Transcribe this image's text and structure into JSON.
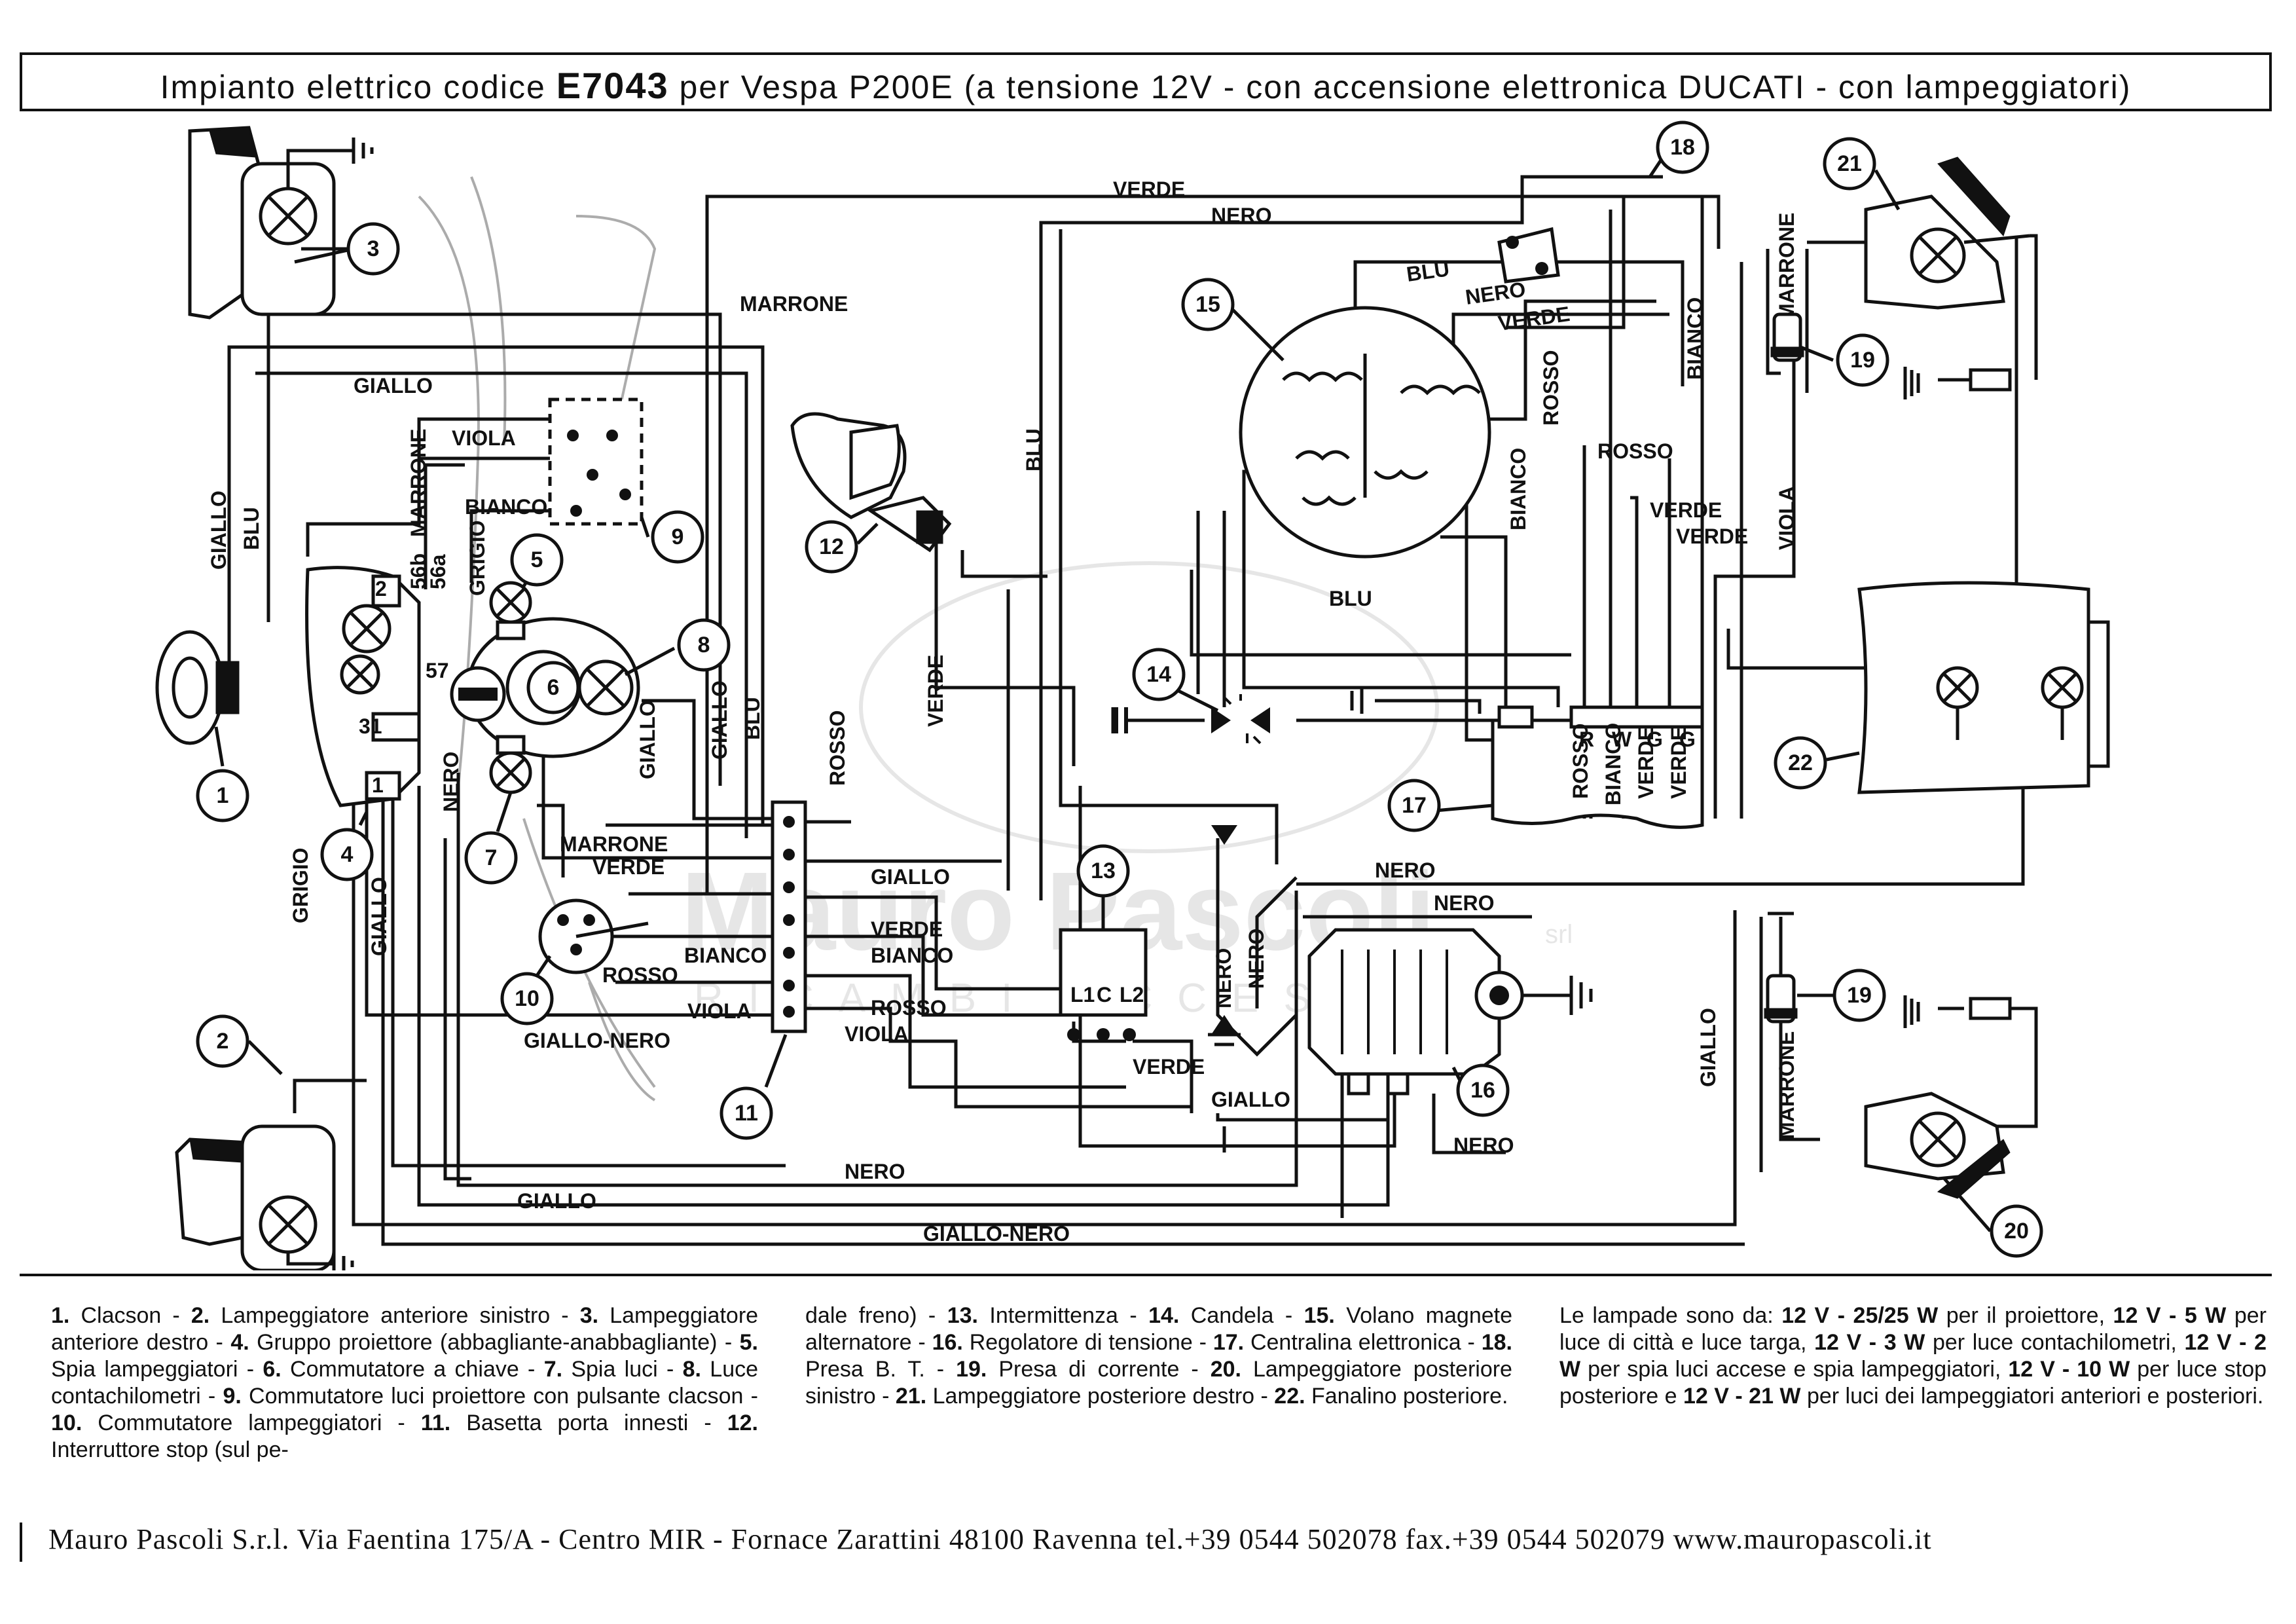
{
  "title": {
    "prefix": "Impianto elettrico codice",
    "code": "E7043",
    "suffix": "per Vespa P200E (a tensione 12V - con accensione elettronica DUCATI - con lampeggiatori)"
  },
  "wire_labels": {
    "verde_top": "VERDE",
    "nero_top": "NERO",
    "marrone_top": "MARRONE",
    "giallo_top": "GIALLO",
    "viola_left": "VIOLA",
    "marrone_left": "MARRONE",
    "bianco_left": "BIANCO",
    "grigio_left": "GRIGIO",
    "giallo_v": "GIALLO",
    "blu_v": "BLU",
    "blu_mid": "BLU",
    "nero_left": "NERO",
    "giallo_8": "GIALLO",
    "giallo_v2": "GIALLO",
    "blu_v2": "BLU",
    "rosso_v": "ROSSO",
    "verde_v": "VERDE",
    "marrone_10": "MARRONE",
    "verde_10": "VERDE",
    "rosso_10": "ROSSO",
    "giallo_nero_10": "GIALLO-NERO",
    "giallo_11": "GIALLO",
    "verde_11": "VERDE",
    "bianco_11a": "BIANCO",
    "bianco_11b": "BIANCO",
    "rosso_11": "ROSSO",
    "viola_11a": "VIOLA",
    "viola_11b": "VIOLA",
    "verde_13": "VERDE",
    "giallo_16": "GIALLO",
    "nero_16": "NERO",
    "nero_bottom": "NERO",
    "giallo_bottom": "GIALLO",
    "giallo_nero_bottom": "GIALLO-NERO",
    "grigio_v": "GRIGIO",
    "giallo_v3": "GIALLO",
    "blu_15": "BLU",
    "nero_15": "NERO",
    "verde_15": "VERDE",
    "rosso_15": "ROSSO",
    "bianco_15": "BIANCO",
    "bianco_right": "BIANCO",
    "rosso_right": "ROSSO",
    "verde_right_a": "VERDE",
    "verde_right_b": "VERDE",
    "blu_right": "BLU",
    "viola_right": "VIOLA",
    "marrone_19": "MARRONE",
    "nero_17a": "NERO",
    "nero_17b": "NERO",
    "nero_v1": "NERO",
    "nero_v2": "NERO",
    "giallo_right": "GIALLO",
    "marrone_19b": "MARRONE"
  },
  "component_numbers": [
    "1",
    "2",
    "3",
    "4",
    "5",
    "6",
    "7",
    "8",
    "9",
    "10",
    "11",
    "12",
    "13",
    "14",
    "15",
    "16",
    "17",
    "18",
    "19",
    "20",
    "21",
    "22",
    "19"
  ],
  "terminal_labels": {
    "t56b": "56b",
    "t56a": "56a",
    "t57": "57",
    "t31": "31",
    "t2": "2",
    "t1": "1",
    "l1": "L1",
    "c": "C",
    "l2": "L2",
    "r": "R",
    "w": "W",
    "g1": "G",
    "g2": "G"
  },
  "module_17_labels": [
    "ROSSO",
    "BIANCO",
    "VERDE",
    "VERDE"
  ],
  "watermark": {
    "name": "Mauro Pascoli",
    "srl": "srl",
    "subtitle": "RICAMBI ACCESSORI"
  },
  "legend": {
    "col1": [
      {
        "n": "1.",
        "t": "Clacson -"
      },
      {
        "n": "2.",
        "t": "Lampeggiatore anteriore sinistro -"
      },
      {
        "n": "3.",
        "t": "Lampeggiatore anteriore destro -"
      },
      {
        "n": "4.",
        "t": "Gruppo proiettore (abbagliante-anabbagliante) -"
      },
      {
        "n": "5.",
        "t": "Spia lampeggiatori -"
      },
      {
        "n": "6.",
        "t": "Commutatore a chiave -"
      },
      {
        "n": "7.",
        "t": "Spia luci -"
      },
      {
        "n": "8.",
        "t": "Luce contachilometri -"
      },
      {
        "n": "9.",
        "t": "Commutatore luci proiettore con pulsante clacson -"
      },
      {
        "n": "10.",
        "t": "Commutatore lampeggiatori -"
      },
      {
        "n": "11.",
        "t": "Basetta porta innesti -"
      },
      {
        "n": "12.",
        "t": "Interruttore stop (sul pe-"
      }
    ],
    "col2": [
      {
        "n": "",
        "t": "dale freno) -"
      },
      {
        "n": "13.",
        "t": "Intermittenza -"
      },
      {
        "n": "14.",
        "t": "Candela -"
      },
      {
        "n": "15.",
        "t": "Volano magnete alternatore -"
      },
      {
        "n": "16.",
        "t": "Regolatore di tensione -"
      },
      {
        "n": "17.",
        "t": "Centralina elettronica -"
      },
      {
        "n": "18.",
        "t": "Presa B. T. -"
      },
      {
        "n": "19.",
        "t": "Presa di corrente -"
      },
      {
        "n": "20.",
        "t": "Lampeggiatore posteriore sinistro -"
      },
      {
        "n": "21.",
        "t": "Lampeggiatore posteriore destro -"
      },
      {
        "n": "22.",
        "t": "Fanalino posteriore."
      }
    ],
    "col3": [
      {
        "b": "",
        "t": "Le lampade sono da:"
      },
      {
        "b": "12 V - 25/25 W",
        "t": "per il proiettore,"
      },
      {
        "b": "12 V - 5 W",
        "t": "per luce di città e luce targa,"
      },
      {
        "b": "12 V - 3 W",
        "t": "per luce contachilometri,"
      },
      {
        "b": "12 V - 2 W",
        "t": "per spia luci accese e spia lampeggiatori,"
      },
      {
        "b": "12 V - 10 W",
        "t": "per luce stop posteriore e"
      },
      {
        "b": "12 V - 21 W",
        "t": "per luci dei lampeggiatori anteriori e posteriori."
      }
    ]
  },
  "footer": "Mauro Pascoli S.r.l. Via Faentina 175/A - Centro MIR - Fornace Zarattini 48100 Ravenna tel.+39 0544 502078 fax.+39 0544 502079 www.mauropascoli.it"
}
